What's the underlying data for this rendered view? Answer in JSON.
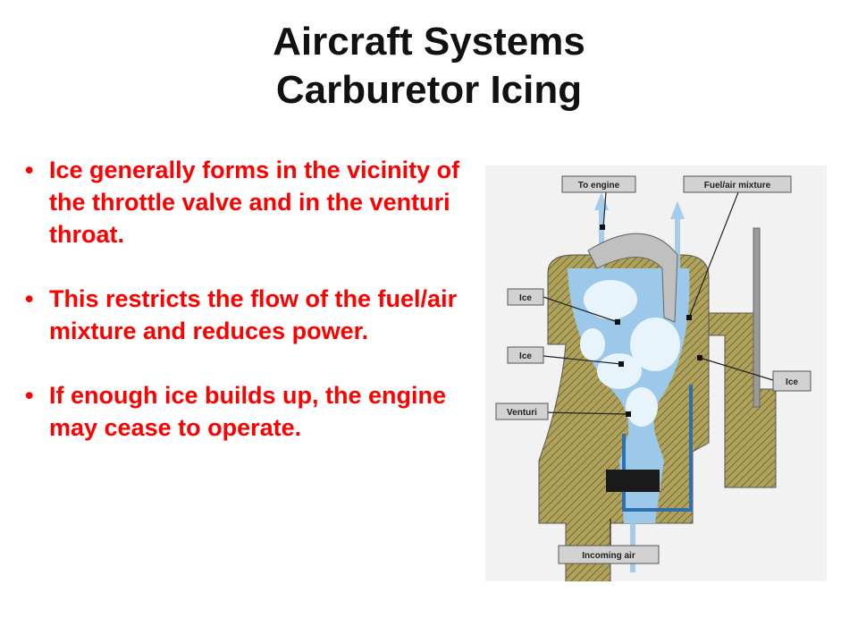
{
  "slide": {
    "title_line1": "Aircraft Systems",
    "title_line2": "Carburetor Icing",
    "bullet_color": "#ff0000",
    "bullets": [
      "Ice generally forms in the vicinity of the throttle valve and in the venturi throat.",
      "This restricts the flow of the fuel/air mixture and reduces power.",
      "If enough ice builds up, the engine may cease to operate."
    ]
  },
  "diagram": {
    "labels": {
      "to_engine": "To engine",
      "fuel_air_mixture": "Fuel/air mixture",
      "ice_1": "Ice",
      "ice_2": "Ice",
      "ice_3": "Ice",
      "venturi": "Venturi",
      "incoming_air": "Incoming air"
    },
    "colors": {
      "wall": "#b0a25a",
      "hatch": "#6e6a3a",
      "air": "#9cc8ea",
      "ice": "#e8f4fb",
      "callout_box": "#d2d2d2"
    }
  }
}
